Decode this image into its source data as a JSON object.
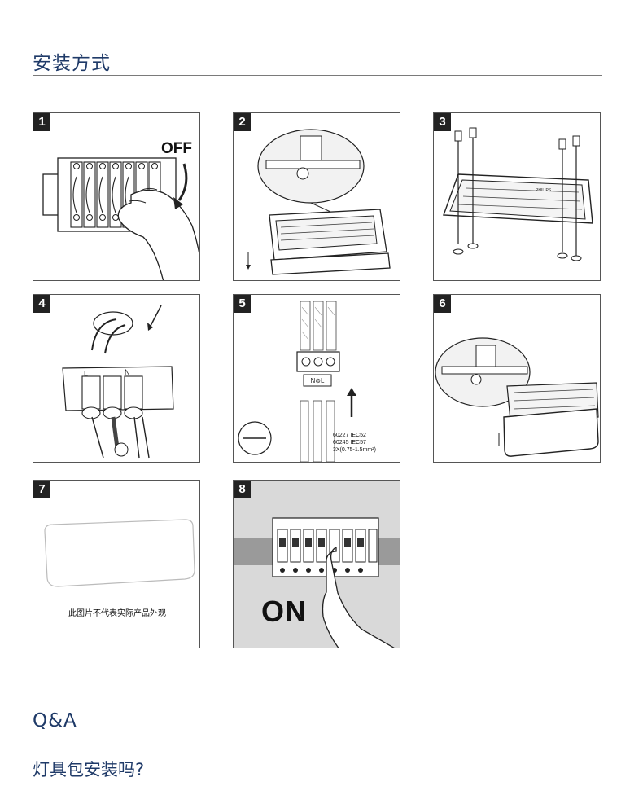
{
  "install": {
    "title": "安装方式"
  },
  "steps": [
    {
      "num": "1",
      "label": "OFF"
    },
    {
      "num": "2"
    },
    {
      "num": "3",
      "brand": "PHILIPS"
    },
    {
      "num": "4",
      "terminal_n": "N",
      "terminal_l": "L"
    },
    {
      "num": "5",
      "connector_label": "N⊜L",
      "spec_lines": [
        "60227 IEC52",
        "60245 IEC57",
        "3X(0.75-1.5mm²)"
      ]
    },
    {
      "num": "6"
    },
    {
      "num": "7",
      "caption": "此图片不代表实际产品外观"
    },
    {
      "num": "8",
      "label": "ON"
    }
  ],
  "qa": {
    "title": "Q&A",
    "question": "灯具包安装吗?"
  },
  "colors": {
    "heading": "#1f3a68",
    "rule": "#7a7a7a",
    "panel_border": "#555555",
    "step8_bg": "#d9d9d9"
  }
}
